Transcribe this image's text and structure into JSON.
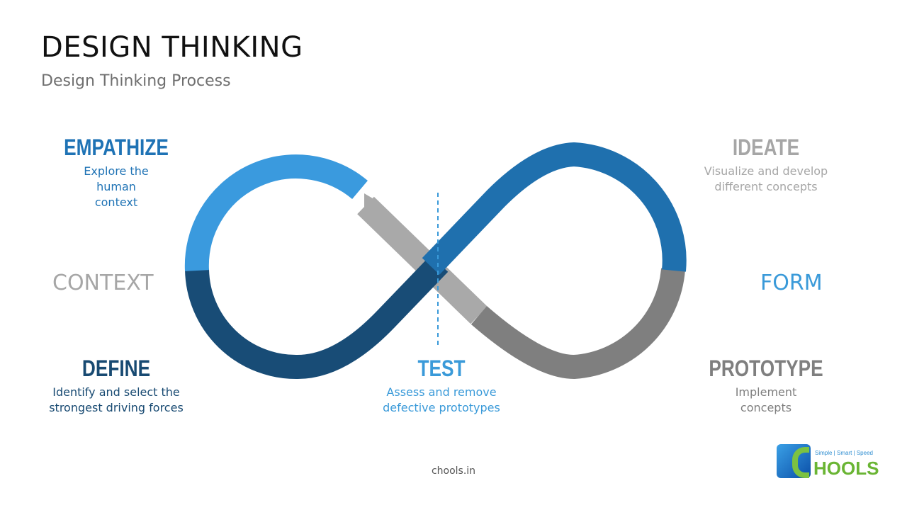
{
  "header": {
    "title": "DESIGN THINKING",
    "subtitle": "Design Thinking Process"
  },
  "stages": {
    "empathize": {
      "title": "EMPATHIZE",
      "text": "Explore the human context",
      "color": "#1f73b5"
    },
    "define": {
      "title": "DEFINE",
      "text": "Identify and select the strongest driving forces",
      "color": "#184a72"
    },
    "test": {
      "title": "TEST",
      "text": "Assess and remove defective prototypes",
      "color": "#3a9ad9"
    },
    "ideate": {
      "title": "IDEATE",
      "text": "Visualize and develop different concepts",
      "color": "#a6a6a6"
    },
    "prototype": {
      "title": "PROTOTYPE",
      "text": "Implement concepts",
      "color": "#7f7f7f"
    }
  },
  "axis_labels": {
    "context": "CONTEXT",
    "form": "FORM"
  },
  "colors": {
    "segment_light_blue": "#3a9ade",
    "segment_dark_blue": "#184c76",
    "segment_mid_blue": "#1f70ae",
    "segment_gray": "#7f7f7f",
    "segment_light_gray": "#a9a9a9",
    "divider": "#3a9ad9"
  },
  "footer": {
    "site": "chools.in"
  },
  "logo": {
    "word": "HOOLS",
    "tagline": "Simple | Smart | Speed"
  }
}
